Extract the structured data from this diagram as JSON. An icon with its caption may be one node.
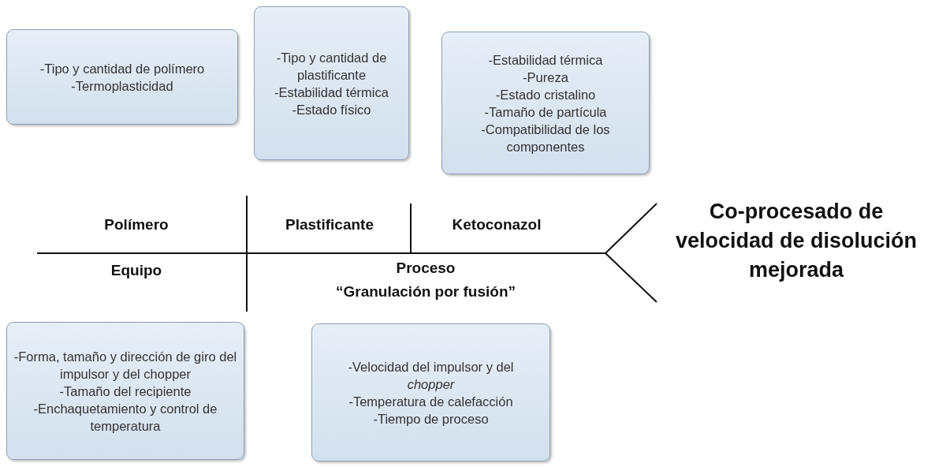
{
  "diagram": {
    "nodes": [
      {
        "text": [
          "-Tipo y cantidad de polímero",
          "-Termoplasticidad"
        ]
      },
      {
        "text": [
          "-Tipo y cantidad de plastificante",
          "-Estabilidad térmica",
          "-Estado físico"
        ]
      },
      {
        "text": [
          "-Estabilidad térmica",
          "-Pureza",
          "-Estado cristalino",
          "-Tamaño de partícula",
          "-Compatibilidad de los componentes"
        ]
      },
      {
        "text": [
          "Polímero"
        ]
      },
      {
        "text": [
          "Plastificante"
        ]
      },
      {
        "text": [
          "Ketoconazol"
        ]
      },
      {
        "text": [
          "Co-procesado de velocidad de disolución mejorada"
        ]
      },
      {
        "text": [
          "Equipo"
        ]
      },
      {
        "text": [
          "Proceso",
          "“Granulación por fusión”"
        ]
      },
      {
        "text": [
          "-Forma, tamaño y dirección de giro del impulsor y del chopper",
          "-Tamaño del recipiente",
          "-Enchaquetamiento y control de temperatura"
        ]
      },
      {
        "text": [
          "-Velocidad del impulsor y del *chopper*",
          "-Temperatura de calefacción",
          "-Tiempo de proceso"
        ]
      }
    ]
  }
}
